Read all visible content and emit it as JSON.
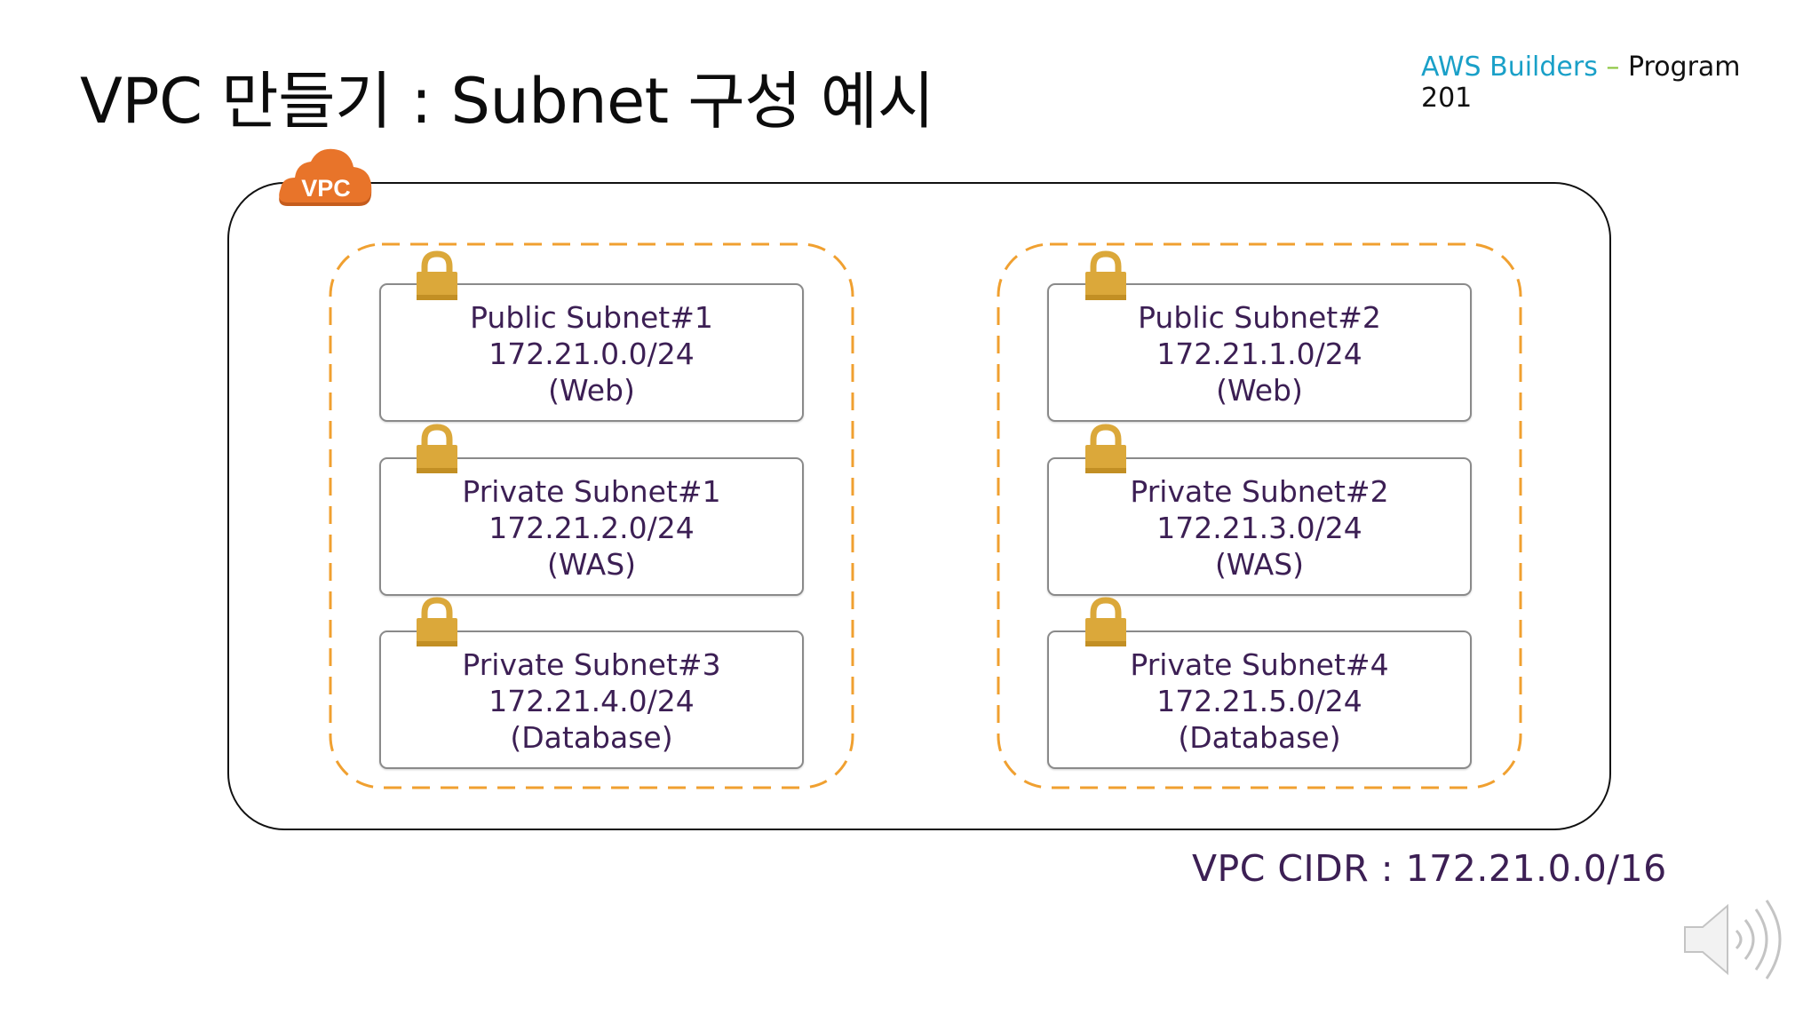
{
  "slide": {
    "title": "VPC 만들기 : Subnet 구성 예시",
    "brand": {
      "aws_builders": "AWS Builders",
      "dash": "–",
      "program": "Program",
      "level": "201"
    },
    "vpc_label": "VPC",
    "vpc_cidr": "VPC CIDR : 172.21.0.0/16",
    "availability_zones": [
      {
        "subnets": [
          {
            "name": "Public Subnet#1",
            "cidr": "172.21.0.0/24",
            "tier": "(Web)"
          },
          {
            "name": "Private Subnet#1",
            "cidr": "172.21.2.0/24",
            "tier": "(WAS)"
          },
          {
            "name": "Private Subnet#3",
            "cidr": "172.21.4.0/24",
            "tier": "(Database)"
          }
        ]
      },
      {
        "subnets": [
          {
            "name": "Public Subnet#2",
            "cidr": "172.21.1.0/24",
            "tier": "(Web)"
          },
          {
            "name": "Private Subnet#2",
            "cidr": "172.21.3.0/24",
            "tier": "(WAS)"
          },
          {
            "name": "Private Subnet#4",
            "cidr": "172.21.5.0/24",
            "tier": "(Database)"
          }
        ]
      }
    ],
    "icons": {
      "cloud": "vpc-cloud-icon",
      "lock": "lock-icon",
      "speaker": "speaker-icon"
    },
    "colors": {
      "vpc_cloud": "#e8742a",
      "az_border": "#f0a030",
      "lock": "#dba83a",
      "subnet_text": "#3c1f54",
      "aws_blue": "#1aa0c8",
      "dash_green": "#8cc63f"
    }
  }
}
